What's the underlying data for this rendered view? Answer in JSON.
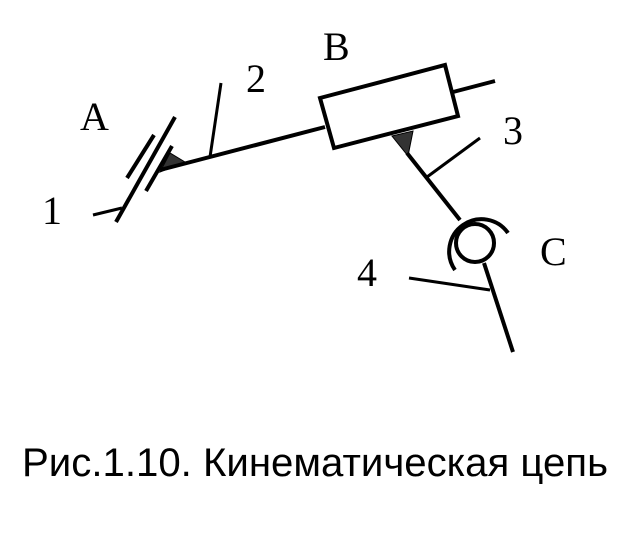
{
  "labels": {
    "joint_a": "A",
    "joint_b": "B",
    "joint_c": "C",
    "link_1": "1",
    "link_2": "2",
    "link_3": "3",
    "link_4": "4"
  },
  "caption": "Рис.1.10. Кинематическая цепь",
  "colors": {
    "line": "#000000",
    "weld": "#333333",
    "background": "#ffffff"
  }
}
